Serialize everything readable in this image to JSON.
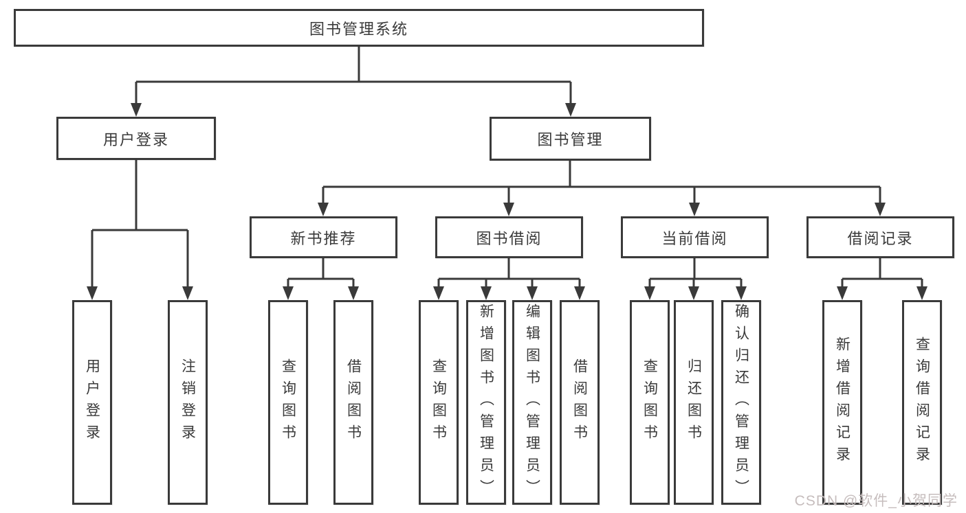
{
  "colors": {
    "line": "#3a3a3a",
    "box_border": "#3a3a3a",
    "text": "#3a3a3a",
    "watermark": "#c6bdbd",
    "background": "#ffffff"
  },
  "tree": {
    "root": {
      "label": "图书管理系统"
    },
    "branches": [
      {
        "label": "用户登录",
        "children": [
          {
            "label": "用户登录"
          },
          {
            "label": "注销登录"
          }
        ]
      },
      {
        "label": "图书管理",
        "children": [
          {
            "label": "新书推荐",
            "children": [
              {
                "label": "查询图书"
              },
              {
                "label": "借阅图书"
              }
            ]
          },
          {
            "label": "图书借阅",
            "children": [
              {
                "label": "查询图书"
              },
              {
                "label": "新增图书（管理员）"
              },
              {
                "label": "编辑图书（管理员）"
              },
              {
                "label": "借阅图书"
              }
            ]
          },
          {
            "label": "当前借阅",
            "children": [
              {
                "label": "查询图书"
              },
              {
                "label": "归还图书"
              },
              {
                "label": "确认归还（管理员）"
              }
            ]
          },
          {
            "label": "借阅记录",
            "children": [
              {
                "label": "新增借阅记录"
              },
              {
                "label": "查询借阅记录"
              }
            ]
          }
        ]
      }
    ]
  },
  "watermark": {
    "text": "CSDN @软件_小贺同学"
  }
}
